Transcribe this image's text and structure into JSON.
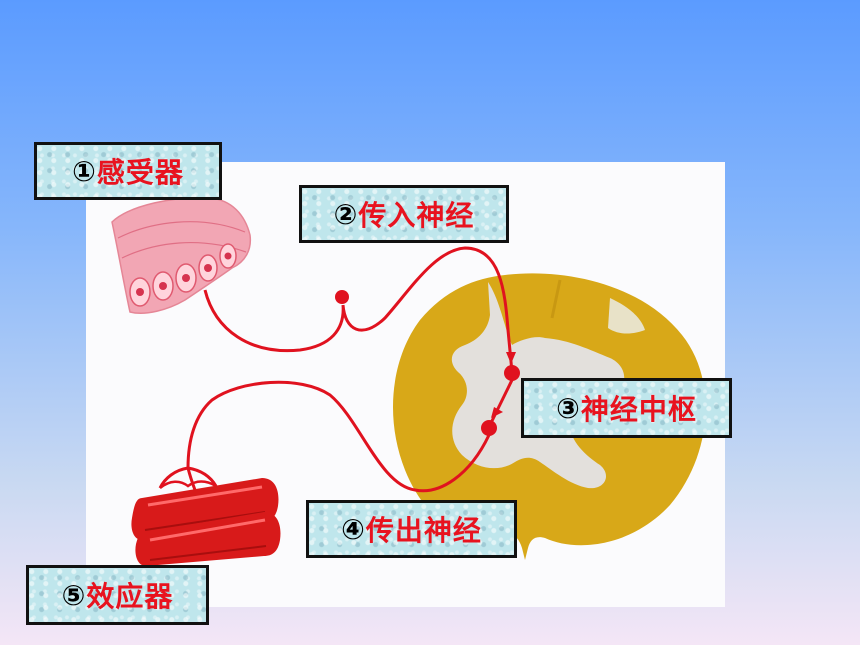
{
  "labels": {
    "receptor": {
      "num": "①",
      "text": "感受器"
    },
    "afferent": {
      "num": "②",
      "text": "传入神经"
    },
    "center": {
      "num": "③",
      "text": "神经中枢"
    },
    "efferent": {
      "num": "④",
      "text": "传出神经"
    },
    "effector": {
      "num": "⑤",
      "text": "效应器"
    }
  },
  "colors": {
    "nerve": "#e0121f",
    "gray_matter_outer": "#d8a818",
    "gray_matter_inner": "#e3e0dc",
    "muscle": "#d81a1a",
    "receptor_tissue": "#f2a6b4",
    "label_text": "#e8131f"
  }
}
